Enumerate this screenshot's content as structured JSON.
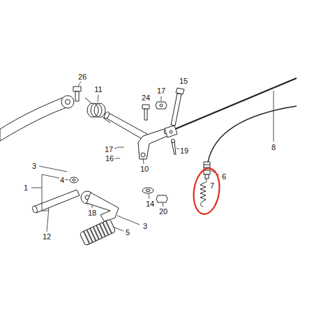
{
  "diagram": {
    "labels": [
      "26",
      "11",
      "24",
      "17",
      "15",
      "8",
      "17",
      "16",
      "19",
      "10",
      "6",
      "1",
      "4",
      "3",
      "7",
      "14",
      "20",
      "18",
      "3",
      "12",
      "5"
    ]
  }
}
